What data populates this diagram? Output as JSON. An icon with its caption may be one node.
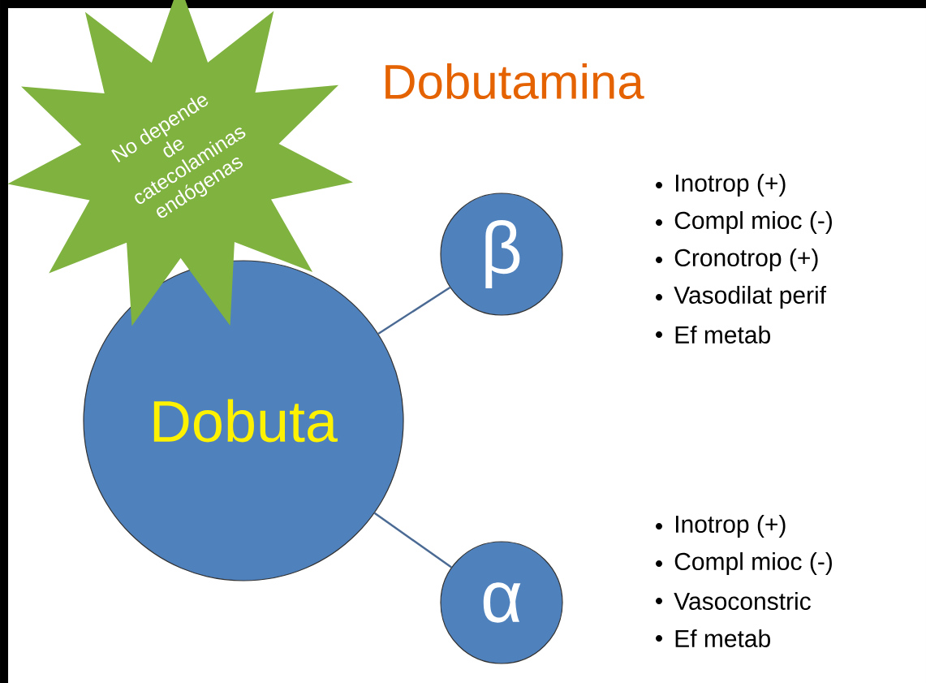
{
  "diagram": {
    "title": "Dobutamina",
    "nodes": [
      {
        "text": [
          "No depende de catecolaminas endógenas"
        ]
      },
      {
        "text": [
          "Dobuta"
        ]
      },
      {
        "text": [
          "β"
        ],
        "beside": [
          "Inotrop (+)",
          "Compl mioc (-)",
          "Cronotrop (+)",
          "Vasodilat perif",
          "Ef metab"
        ]
      },
      {
        "text": [
          "α"
        ],
        "beside": [
          "Inotrop (+)",
          "Compl mioc (-)",
          "Vasoconstric",
          "Ef metab"
        ]
      }
    ],
    "edges": [
      {
        "from": 1,
        "to": 2,
        "arrow": "none"
      },
      {
        "from": 1,
        "to": 3,
        "arrow": "none"
      }
    ]
  }
}
